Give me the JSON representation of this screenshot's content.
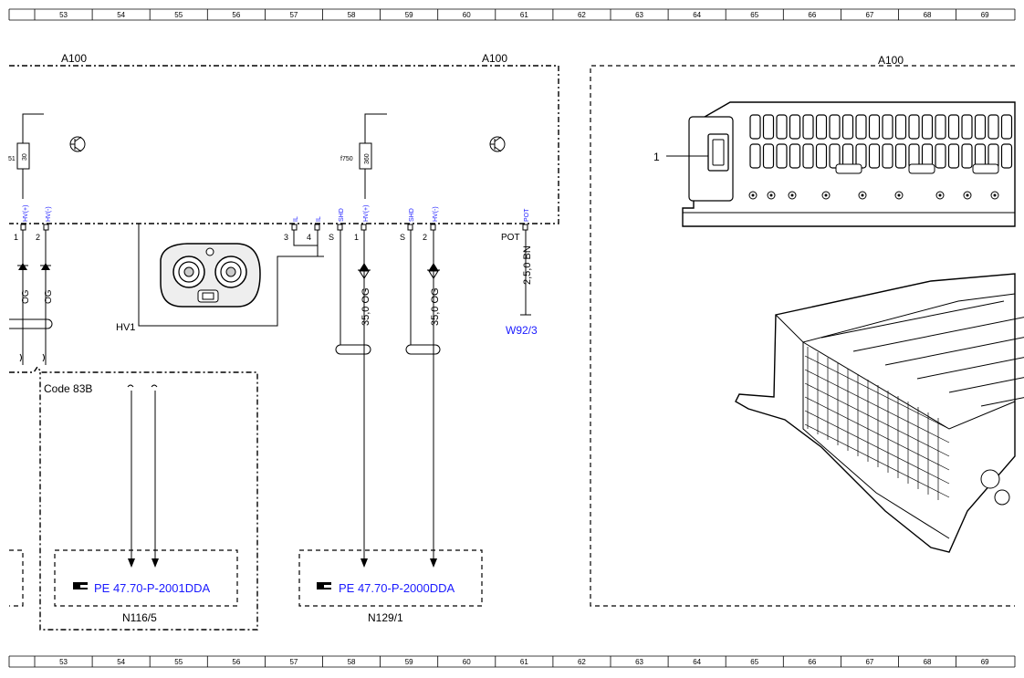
{
  "ruler": {
    "labels": [
      "53",
      "54",
      "55",
      "56",
      "57",
      "58",
      "59",
      "60",
      "61",
      "62",
      "63",
      "64",
      "65",
      "66",
      "67",
      "68",
      "69"
    ]
  },
  "components": {
    "a100_left": "A100",
    "a100_mid": "A100",
    "a100_right": "A100",
    "hv1": "HV1",
    "code": "Code 83B",
    "n116": "N116/5",
    "n129": "N129/1",
    "w92": "W92/3",
    "callout_1": "1"
  },
  "resistors": {
    "r1_label": "30",
    "r1_side": "51",
    "r2_label": "360",
    "r2_side": "f750"
  },
  "pins": {
    "p1_name": "HV(+)",
    "p1_num": "1",
    "p2_name": "HV(-)",
    "p2_num": "2",
    "il1_name": "IL",
    "il1_num": "3",
    "il2_name": "IL",
    "il2_num": "4",
    "shd1_name": "SHD",
    "shd1_s": "S",
    "hvp_name": "HV(+)",
    "hvp_num": "1",
    "shd2_name": "SHD",
    "shd2_s": "S",
    "hvm_name": "HV(-)",
    "hvm_num": "2",
    "pot_name": "POT",
    "pot_label": "POT"
  },
  "wires": {
    "og1": "OG",
    "og2": "OG",
    "w_hvp": "35,0 OG",
    "w_hvm": "35,0 OG",
    "w_pot": "2,5,0 BN"
  },
  "refs": {
    "ref1": "PE 47.70-P-2001DDA",
    "ref2": "PE 47.70-P-2000DDA"
  }
}
